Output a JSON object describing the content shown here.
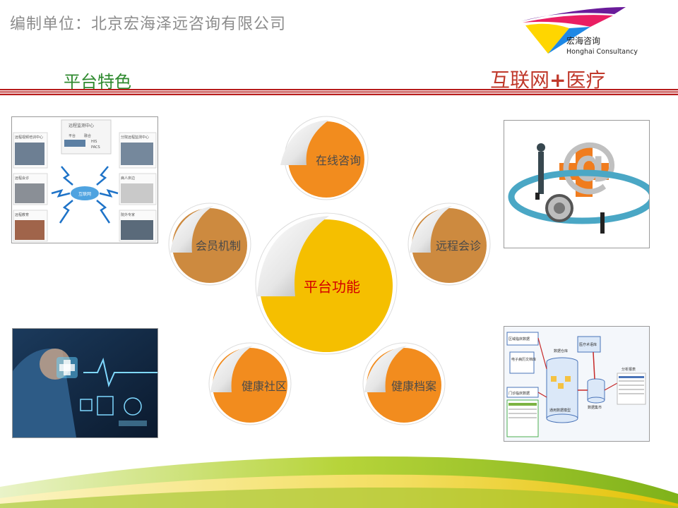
{
  "header": {
    "org_line": "编制单位：北京宏海泽远咨询有限公司",
    "section_title": "平台特色",
    "slogan_main": "互联网",
    "slogan_plus": "+",
    "slogan_tail": "医疗"
  },
  "logo": {
    "name_cn": "宏海咨询",
    "name_en": "Honghai Consultancy"
  },
  "diagram": {
    "center": "平台功能",
    "nodes": [
      "在线咨询",
      "远程会诊",
      "健康档案",
      "健康社区",
      "会员机制"
    ]
  },
  "images": {
    "top_left": {
      "top_label": "远程监测中心",
      "left_labels": [
        "远程视频培训中心",
        "远程会诊",
        "远程教育"
      ],
      "right_labels": [
        "分院远程监测中心",
        "病人床边",
        "院外专家"
      ],
      "cloud_label": "互联网",
      "center_labels": [
        "平台",
        "融合",
        "HIS",
        "PACS"
      ]
    },
    "bottom_right": {
      "labels": [
        "区域临床数据",
        "电子病历文档库",
        "数据仓库",
        "医疗术语库",
        "门诊临床数据",
        "通用数据模型",
        "数据集市",
        "分析报表"
      ]
    }
  },
  "colors": {
    "orange": "#f28c1e",
    "tan": "#cd8a3f",
    "gold": "#f5bf00",
    "title_green": "#2f8a2f",
    "slogan_red": "#c0392b",
    "center_red": "#d40000"
  }
}
